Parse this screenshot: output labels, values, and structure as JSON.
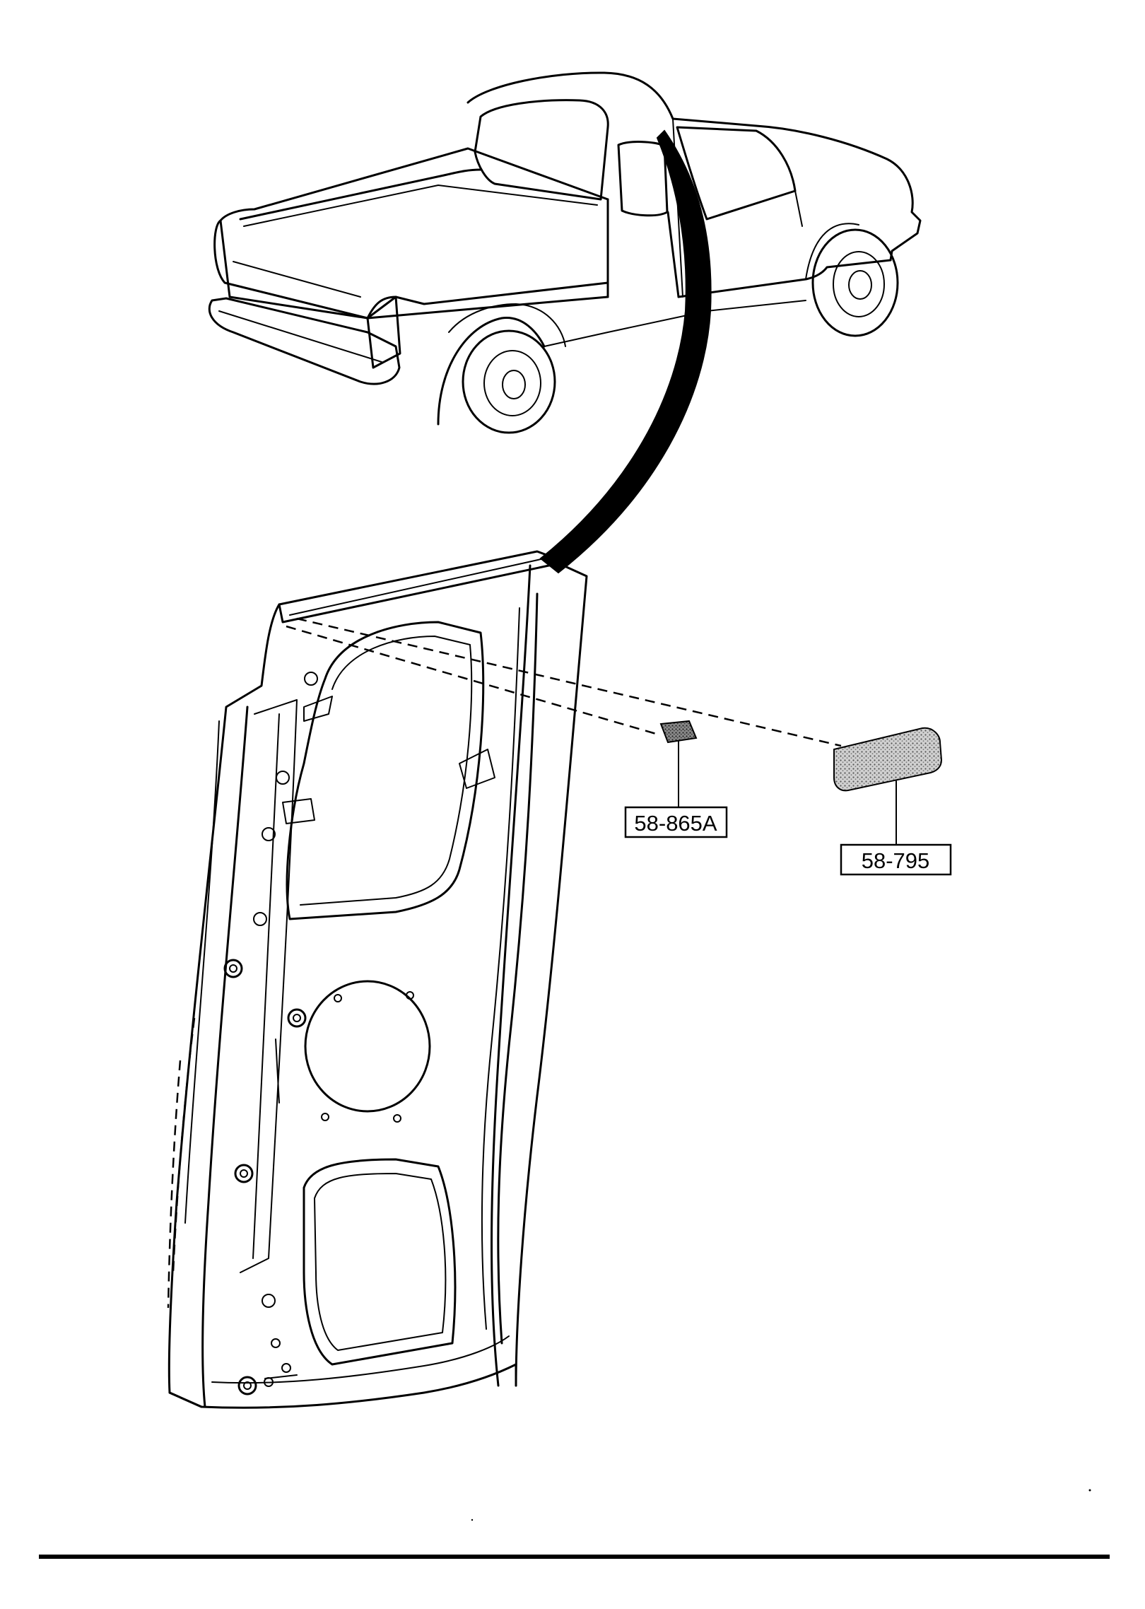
{
  "callouts": [
    {
      "id": "part-58-865A",
      "label": "58-865A"
    },
    {
      "id": "part-58-795",
      "label": "58-795"
    }
  ],
  "colors": {
    "ink": "#000000",
    "paper": "#ffffff",
    "pad_fill": "#9a9a9a"
  }
}
